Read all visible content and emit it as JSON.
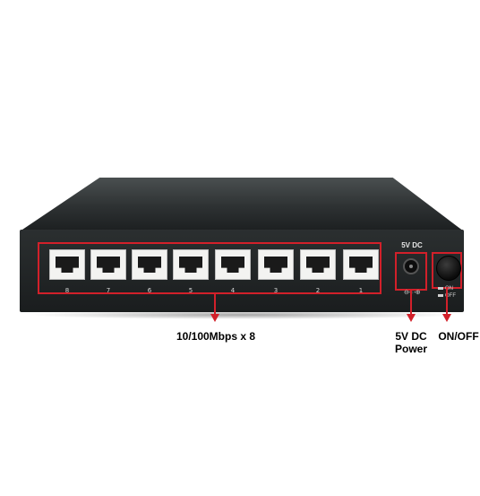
{
  "callouts": {
    "ports": "10/100Mbps x 8",
    "dc_line1": "5V DC",
    "dc_line2": "Power",
    "onoff": "ON/OFF"
  },
  "panel": {
    "dc_label": "5V DC",
    "polarity": "⊖-◐-⊕",
    "switch_on": "ON",
    "switch_off": "OFF"
  },
  "port_numbers": [
    "8",
    "7",
    "6",
    "5",
    "4",
    "3",
    "2",
    "1"
  ],
  "colors": {
    "callout_red": "#d2202a",
    "device_body": "#1f2223"
  }
}
